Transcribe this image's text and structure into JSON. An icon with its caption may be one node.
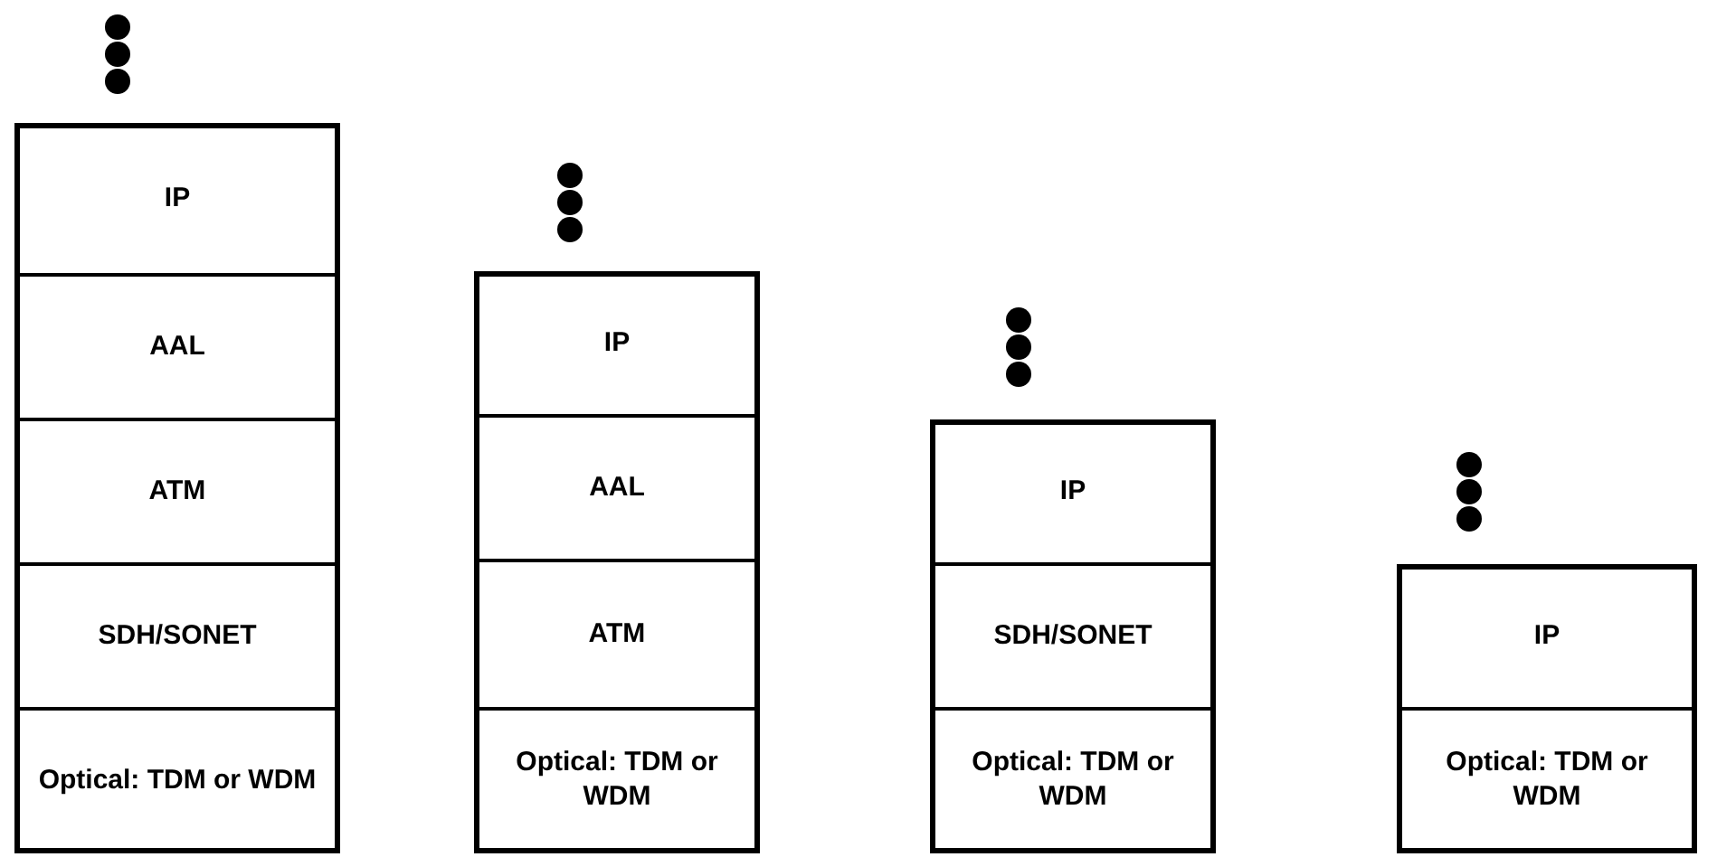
{
  "diagram": {
    "nodes": [
      {
        "text": [
          "IP"
        ]
      },
      {
        "text": [
          "AAL"
        ]
      },
      {
        "text": [
          "ATM"
        ]
      },
      {
        "text": [
          "SDH/SONET"
        ]
      },
      {
        "text": [
          "Optical: TDM or WDM"
        ]
      },
      {
        "text": [
          "IP"
        ]
      },
      {
        "text": [
          "AAL"
        ]
      },
      {
        "text": [
          "ATM"
        ]
      },
      {
        "text": [
          "Optical: TDM or WDM"
        ]
      },
      {
        "text": [
          "IP"
        ]
      },
      {
        "text": [
          "SDH/SONET"
        ]
      },
      {
        "text": [
          "Optical: TDM or WDM"
        ]
      },
      {
        "text": [
          "IP"
        ]
      },
      {
        "text": [
          "Optical: TDM or WDM"
        ]
      }
    ]
  }
}
